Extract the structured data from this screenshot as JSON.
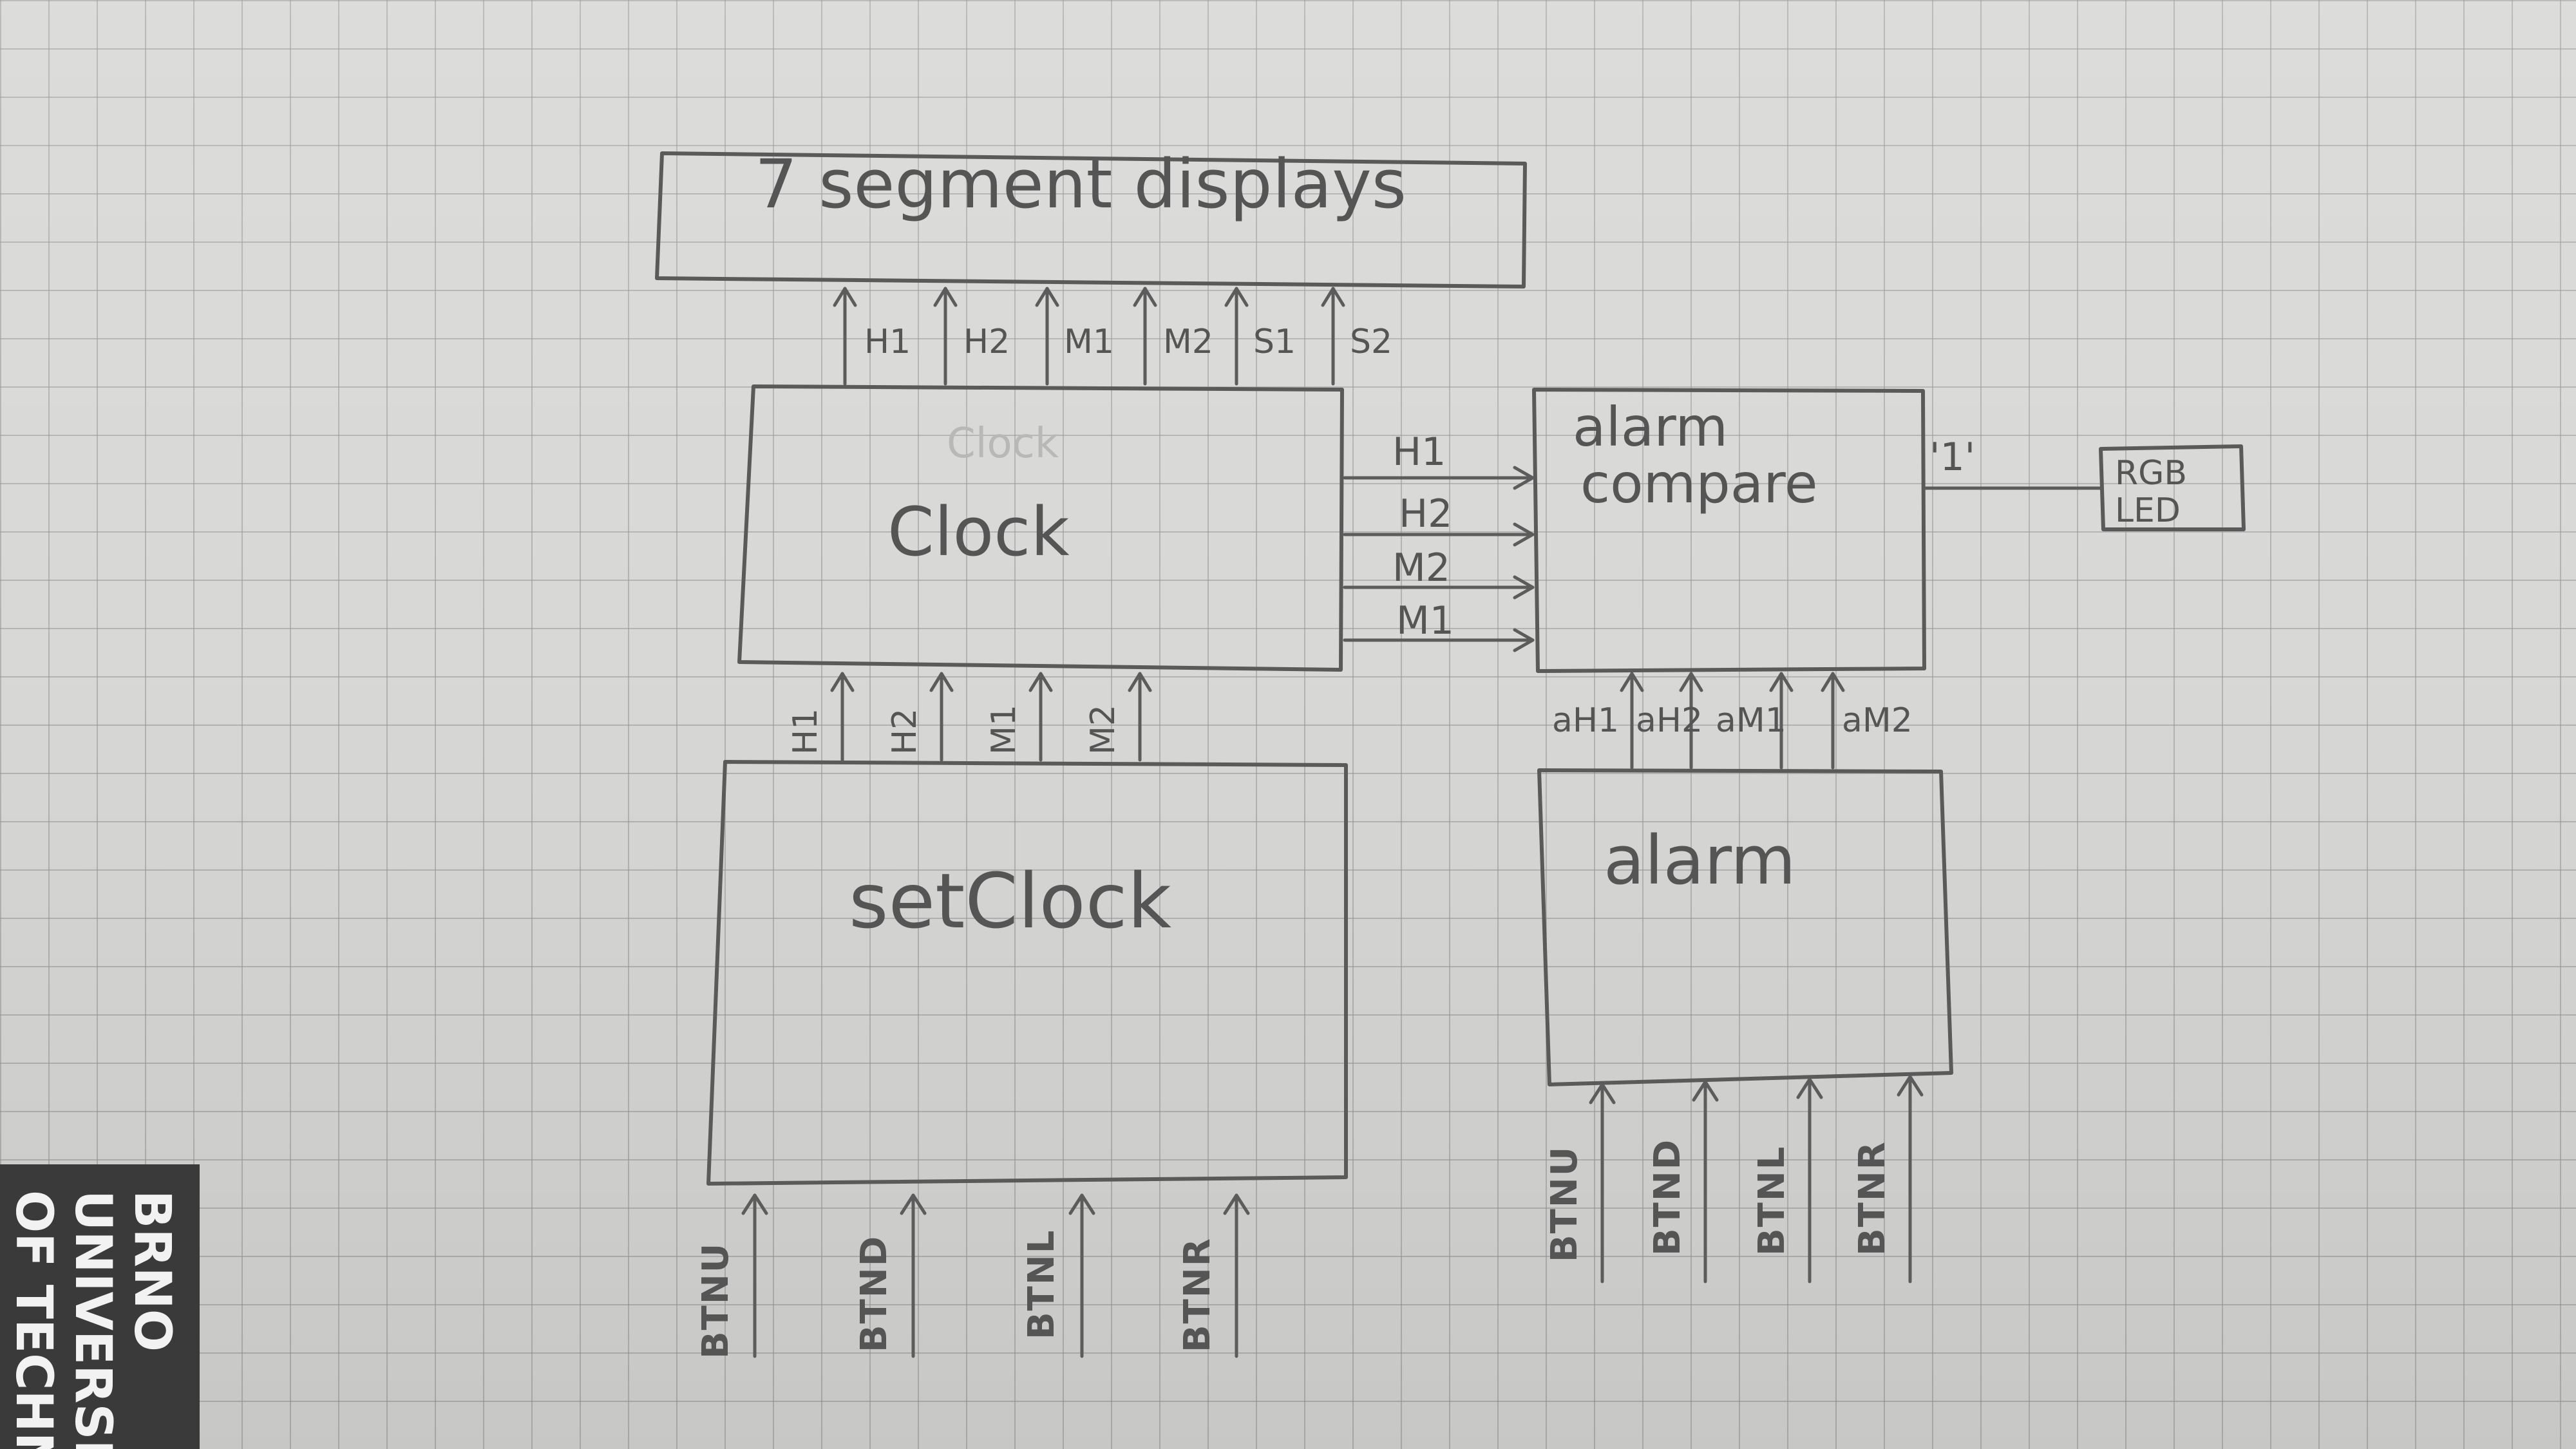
{
  "blocks": {
    "displays": {
      "label": "7 segment displays"
    },
    "clock": {
      "label": "Clock",
      "erased_label": "Clock"
    },
    "alarm_compare": {
      "label_line1": "alarm",
      "label_line2": "compare"
    },
    "rgb_led": {
      "label_line1": "RGB",
      "label_line2": "LED"
    },
    "set_clock": {
      "label": "setClock"
    },
    "alarm": {
      "label": "alarm"
    }
  },
  "signals": {
    "clock_to_display": [
      "H1",
      "H2",
      "M1",
      "M2",
      "S1",
      "S2"
    ],
    "clock_to_compare": [
      "H1",
      "H2",
      "M2",
      "M1"
    ],
    "setclock_to_clock": [
      "H1",
      "H2",
      "M1",
      "M2"
    ],
    "alarm_to_compare": [
      "aH1",
      "aH2",
      "aM1",
      "aM2"
    ],
    "compare_to_led": "'1'",
    "setclock_buttons": [
      "BTNU",
      "BTND",
      "BTNL",
      "BTNR"
    ],
    "alarm_buttons": [
      "BTNU",
      "BTND",
      "BTNL",
      "BTNR"
    ]
  },
  "logo": {
    "line1": "BRNO",
    "line2": "UNIVERSIT",
    "line3": "OF TECHN"
  }
}
